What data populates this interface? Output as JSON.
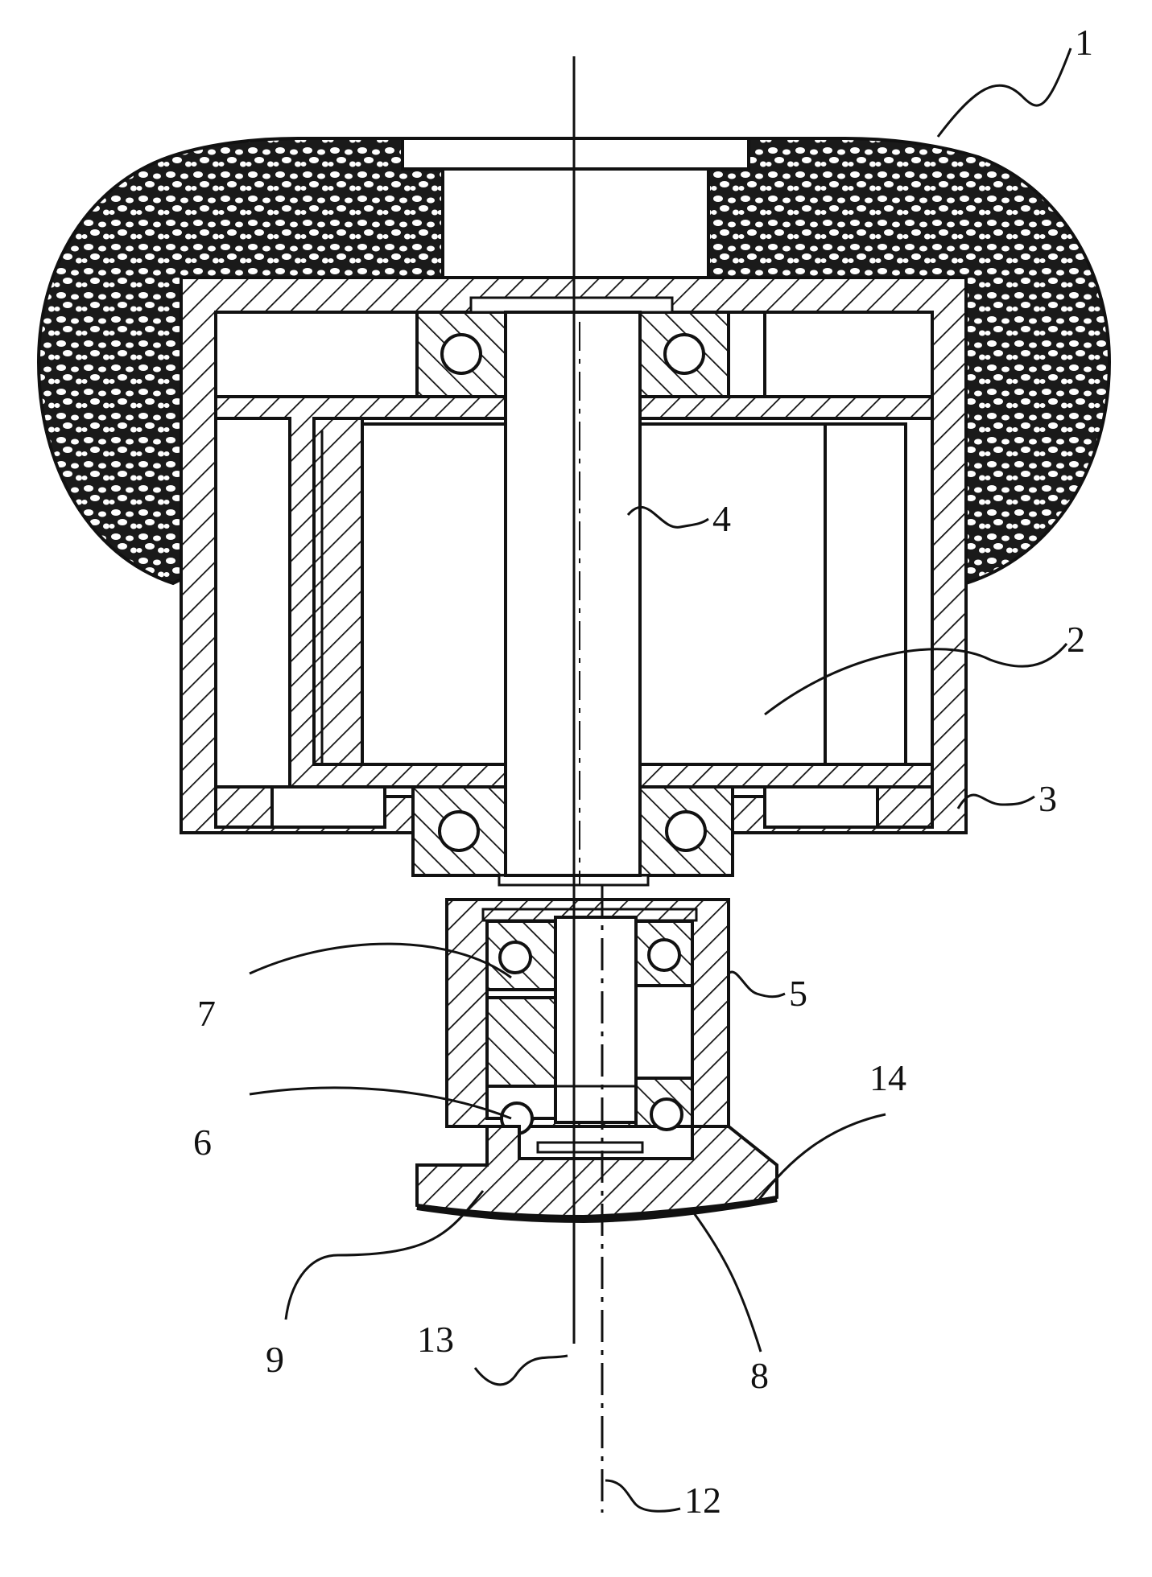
{
  "figure": {
    "labels": {
      "l1": "1",
      "l2": "2",
      "l3": "3",
      "l4": "4",
      "l5": "5",
      "l6": "6",
      "l7": "7",
      "l8": "8",
      "l9": "9",
      "l12": "12",
      "l13": "13",
      "l14": "14"
    },
    "colors": {
      "ink": "#111111",
      "paper": "#ffffff"
    }
  }
}
